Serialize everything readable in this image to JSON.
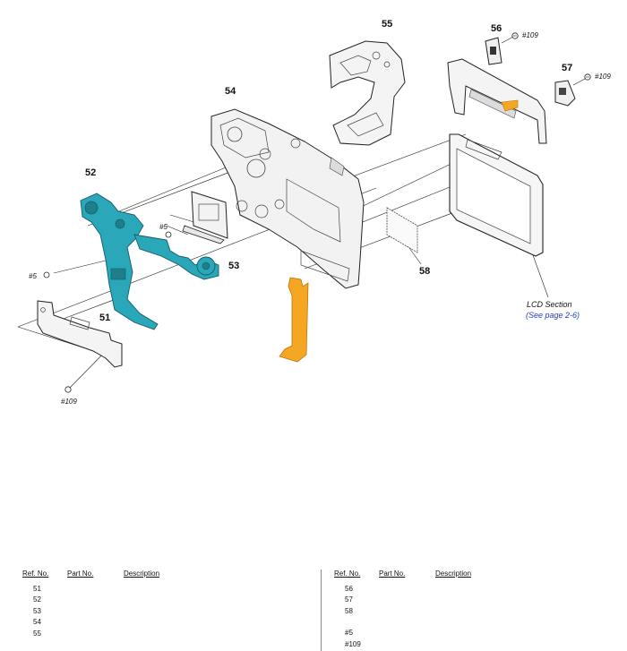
{
  "callouts": {
    "p51": "51",
    "p52": "52",
    "p53": "53",
    "p54": "54",
    "p55": "55",
    "p56": "56",
    "p57": "57",
    "p58": "58"
  },
  "screws": {
    "s109_top56": "#109",
    "s109_top57": "#109",
    "s5_mid": "#5",
    "s5_left": "#5",
    "s109_bottom": "#109"
  },
  "lcd_section": {
    "title": "LCD Section",
    "reference": "(See page 2-6)"
  },
  "parts_table": {
    "headers": {
      "ref": "Ref. No.",
      "part": "Part No.",
      "desc": "Description"
    },
    "left_rows": [
      {
        "ref": "51",
        "part": "",
        "desc": ""
      },
      {
        "ref": "52",
        "part": "",
        "desc": ""
      },
      {
        "ref": "53",
        "part": "",
        "desc": ""
      },
      {
        "ref": "54",
        "part": "",
        "desc": ""
      },
      {
        "ref": "55",
        "part": "",
        "desc": ""
      }
    ],
    "right_rows": [
      {
        "ref": "56",
        "part": "",
        "desc": ""
      },
      {
        "ref": "57",
        "part": "",
        "desc": ""
      },
      {
        "ref": "58",
        "part": "",
        "desc": ""
      }
    ],
    "right_screw_rows": [
      {
        "ref": "#5",
        "part": "",
        "desc": ""
      },
      {
        "ref": "#109",
        "part": "",
        "desc": ""
      }
    ]
  },
  "colors": {
    "teal_parts": "#2aa7b8",
    "orange_flex": "#f5a623",
    "line": "#222222",
    "link": "#1f3fbf"
  }
}
